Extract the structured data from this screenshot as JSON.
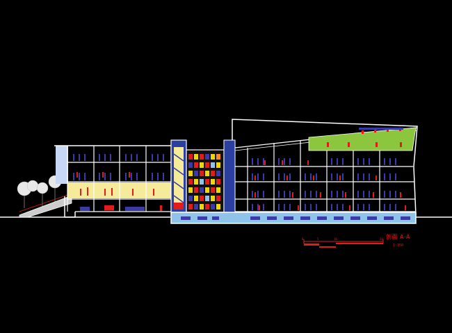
{
  "drawing": {
    "title": "剖面 A-A",
    "scale_ratio": "1:350",
    "scale_ticks": [
      "0",
      "5",
      "10",
      "20"
    ]
  },
  "colors": {
    "background": "#000000",
    "structure": "#ffffff",
    "annotation": "#e31b1b",
    "glazing": "#3a3aa8",
    "basement": "#8fc3ea",
    "roof_garden": "#8cc63f",
    "highlight_floor": "#f6eb9a",
    "core": "#2b3fa0"
  }
}
